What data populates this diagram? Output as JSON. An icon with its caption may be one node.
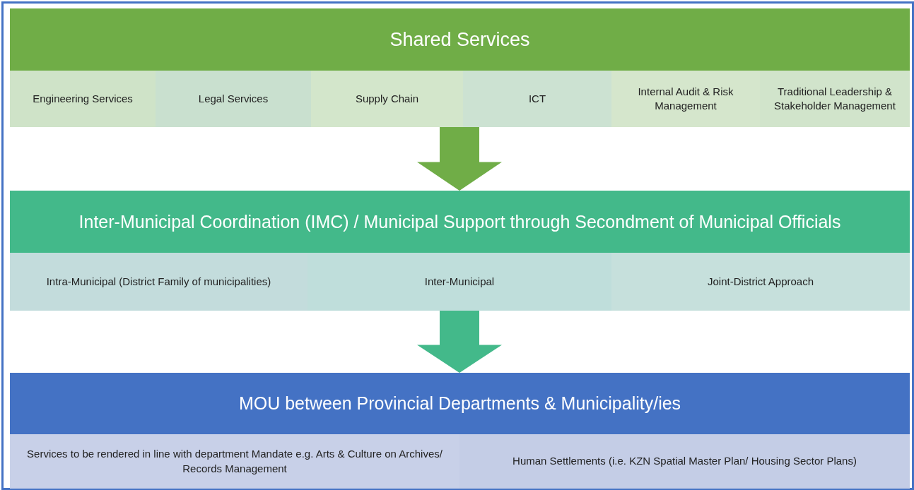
{
  "diagram": {
    "nodes": [
      {
        "text": [
          "Shared Services"
        ]
      },
      {
        "text": [
          "Engineering Services"
        ],
        "in": 0
      },
      {
        "text": [
          "Legal Services"
        ],
        "in": 0
      },
      {
        "text": [
          "Supply Chain"
        ],
        "in": 0
      },
      {
        "text": [
          "ICT"
        ],
        "in": 0
      },
      {
        "text": [
          "Internal Audit & Risk Management"
        ],
        "in": 0
      },
      {
        "text": [
          "Traditional Leadership & Stakeholder Management"
        ],
        "in": 0
      },
      {
        "text": [
          "Inter-Municipal Coordination (IMC) / Municipal Support through Secondment of Municipal Officials"
        ]
      },
      {
        "text": [
          "Intra-Municipal (District Family of municipalities)"
        ],
        "in": 7
      },
      {
        "text": [
          "Inter-Municipal"
        ],
        "in": 7
      },
      {
        "text": [
          "Joint-District Approach"
        ],
        "in": 7
      },
      {
        "text": [
          "MOU  between Provincial Departments & Municipality/ies"
        ]
      },
      {
        "text": [
          "Services to be rendered in line with department Mandate e.g. Arts & Culture on Archives/ Records Management"
        ],
        "in": 11
      },
      {
        "text": [
          "Human Settlements (i.e. KZN Spatial Master Plan/ Housing Sector Plans)"
        ],
        "in": 11
      }
    ],
    "edges": [
      {
        "from": 0,
        "to": 7,
        "arrow": "to",
        "style": "thick",
        "color": "#70ad47"
      },
      {
        "from": 7,
        "to": 11,
        "arrow": "to",
        "style": "thick",
        "color": "#43b98a"
      }
    ]
  }
}
